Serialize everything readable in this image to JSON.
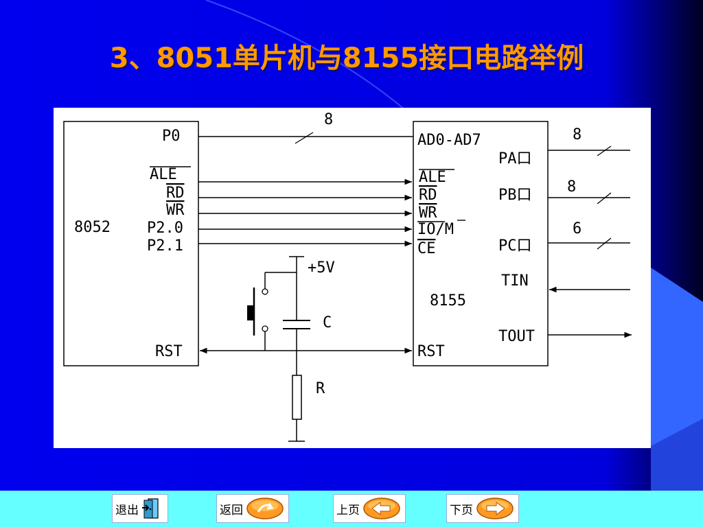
{
  "slide": {
    "title": "3、8051单片机与8155接口电路举例"
  },
  "diagram": {
    "chip_left": {
      "name": "8052",
      "pins": [
        "P0",
        "ALE",
        "RD",
        "WR",
        "P2.0",
        "P2.1",
        "RST"
      ]
    },
    "chip_right": {
      "name": "8155",
      "pins_left": [
        "AD0-AD7",
        "ALE",
        "RD",
        "WR",
        "IO/M",
        "CE",
        "RST"
      ],
      "pins_right": [
        "PA口",
        "PB口",
        "PC口",
        "TIN",
        "TOUT"
      ]
    },
    "bus_labels": {
      "p0_bus": "8",
      "pa_bus": "8",
      "pb_bus": "8",
      "pc_bus": "6"
    },
    "components": {
      "supply": "+5V",
      "capacitor": "C",
      "resistor": "R"
    }
  },
  "nav": {
    "exit": "退出",
    "back": "返回",
    "prev": "上页",
    "next": "下页"
  },
  "colors": {
    "background": "#0000ee",
    "title": "#ff9900",
    "nav_bar": "#66ffff",
    "diagram_bg": "#ffffff"
  }
}
